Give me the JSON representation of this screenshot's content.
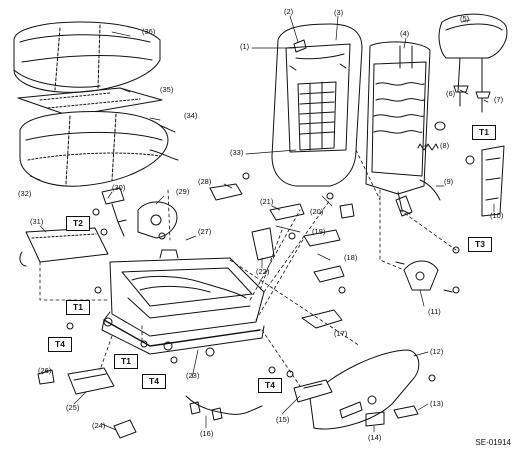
{
  "callouts": {
    "c1": "(1)",
    "c2": "(2)",
    "c3": "(3)",
    "c4": "(4)",
    "c5": "(5)",
    "c6": "(6)",
    "c7": "(7)",
    "c8": "(8)",
    "c9": "(9)",
    "c10": "(10)",
    "c11": "(11)",
    "c12": "(12)",
    "c13": "(13)",
    "c14": "(14)",
    "c15": "(15)",
    "c16": "(16)",
    "c17": "(17)",
    "c18": "(18)",
    "c19": "(19)",
    "c20": "(20)",
    "c21": "(21)",
    "c22": "(22)",
    "c23": "(23)",
    "c24": "(24)",
    "c25": "(25)",
    "c26": "(26)",
    "c27": "(27)",
    "c28": "(28)",
    "c29": "(29)",
    "c30": "(30)",
    "c31": "(31)",
    "c32": "(32)",
    "c33": "(33)",
    "c34": "(34)",
    "c35": "(35)",
    "c36": "(36)"
  },
  "torque_tags": {
    "t1_upper": "T1",
    "t1_left": "T1",
    "t1_lower": "T1",
    "t2": "T2",
    "t3": "T3",
    "t4_left": "T4",
    "t4_mid": "T4",
    "t4_right": "T4"
  },
  "figure_code": "SE-01914"
}
